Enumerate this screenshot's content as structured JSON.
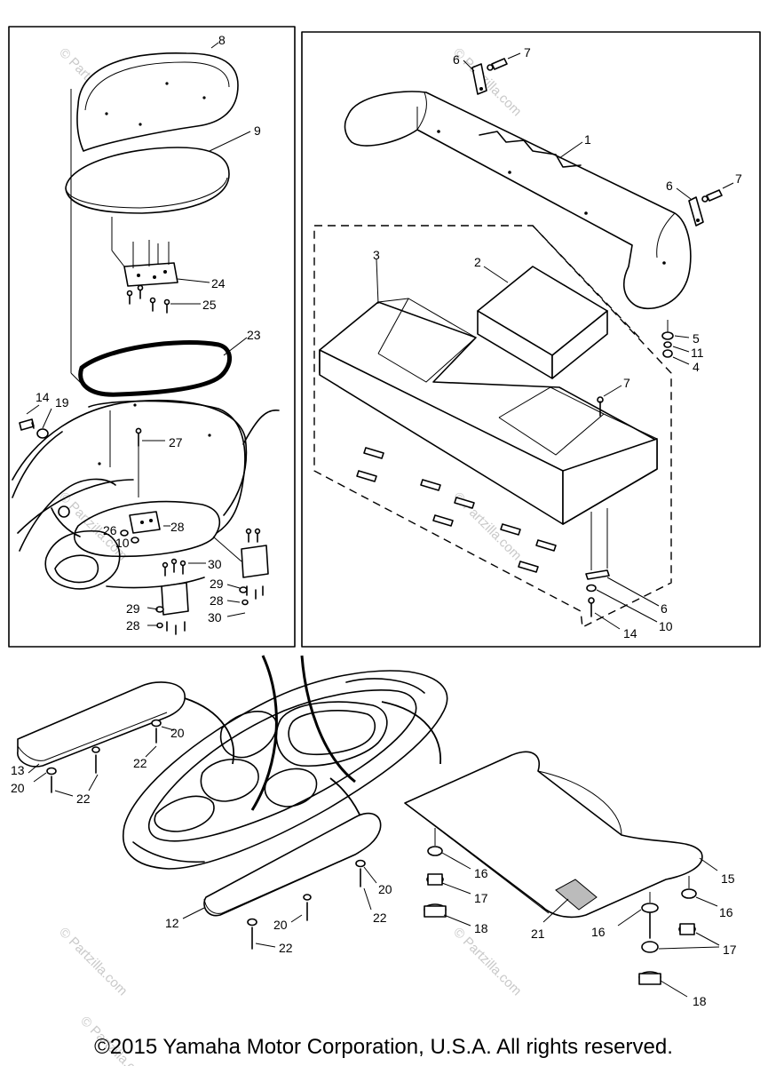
{
  "callouts": {
    "c1": "1",
    "c2": "2",
    "c3": "3",
    "c4": "4",
    "c5": "5",
    "c6a": "6",
    "c6b": "6",
    "c6c": "6",
    "c7a": "7",
    "c7b": "7",
    "c7c": "7",
    "c8": "8",
    "c9": "9",
    "c10a": "10",
    "c10b": "10",
    "c11": "11",
    "c12": "12",
    "c13": "13",
    "c14a": "14",
    "c14b": "14",
    "c15": "15",
    "c16a": "16",
    "c16b": "16",
    "c16c": "16",
    "c17a": "17",
    "c17b": "17",
    "c18a": "18",
    "c18b": "18",
    "c19": "19",
    "c20a": "20",
    "c20b": "20",
    "c20c": "20",
    "c20d": "20",
    "c21": "21",
    "c22a": "22",
    "c22b": "22",
    "c22c": "22",
    "c22d": "22",
    "c23": "23",
    "c24": "24",
    "c25": "25",
    "c26": "26",
    "c27": "27",
    "c28a": "28",
    "c28b": "28",
    "c28c": "28",
    "c29a": "29",
    "c29b": "29",
    "c30a": "30",
    "c30b": "30"
  },
  "watermarks": {
    "w1": "© Partzilla.com",
    "w2": "© Partzilla.com",
    "w3": "© Partzilla.com",
    "w4": "© Partzilla.com",
    "w5": "© Partzilla.com",
    "w6": "© Partzilla.com",
    "w7": "© Partzilla.com"
  },
  "copyright": "©2015 Yamaha Motor Corporation, U.S.A. All rights reserved."
}
